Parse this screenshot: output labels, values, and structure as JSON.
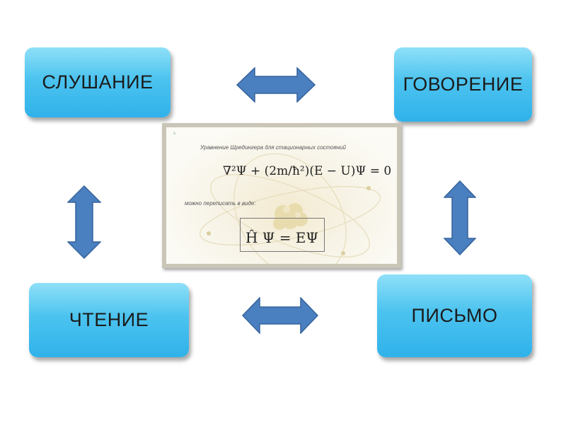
{
  "boxes": {
    "listening": "СЛУШАНИЕ",
    "speaking": "ГОВОРЕНИЕ",
    "reading": "ЧТЕНИЕ",
    "writing": "ПИСЬМО"
  },
  "slide": {
    "mark": "s",
    "title": "Уравнение Шредингера для стационарных состояний",
    "equation": "∇²Ψ + (2m/ħ²)(E − U)Ψ = 0",
    "caption": "можно переписать в виде:",
    "equation_short": "Ĥ Ψ = EΨ"
  },
  "colors": {
    "box_top": "#8fe0f8",
    "box_bottom": "#2fb2ea",
    "arrow_fill": "#4a7fc0",
    "arrow_stroke": "#36649c"
  }
}
